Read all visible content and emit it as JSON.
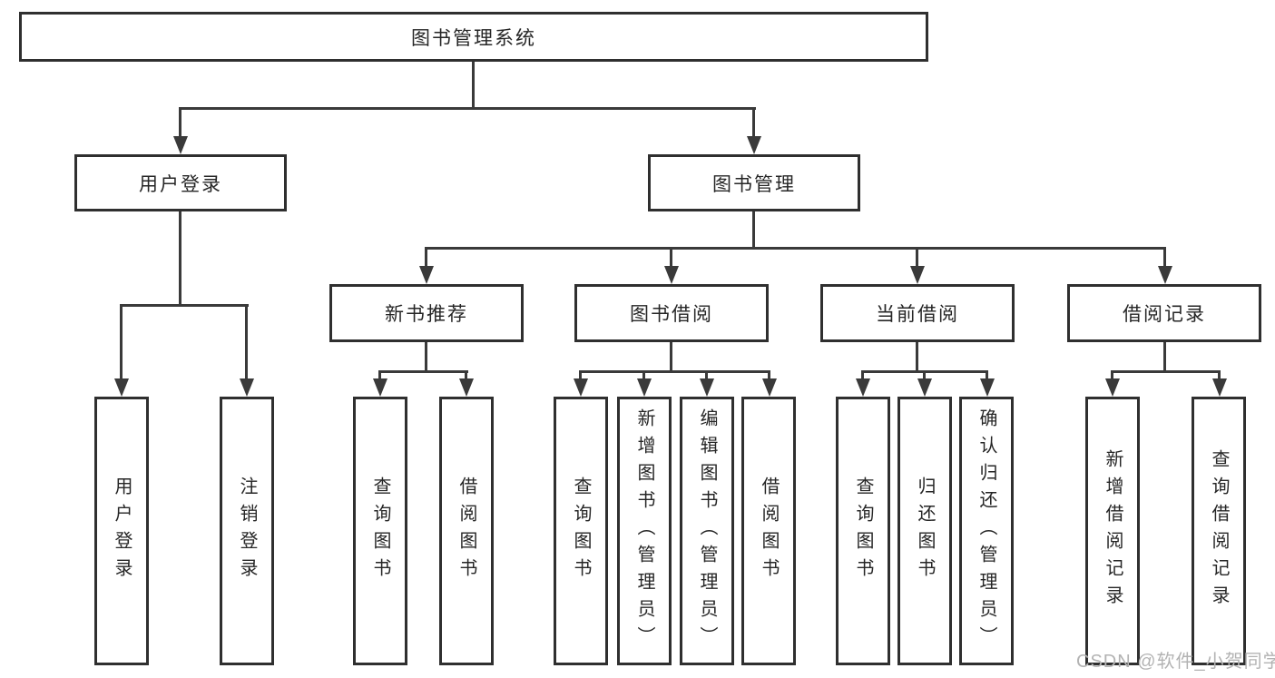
{
  "diagram": {
    "title": "图书管理系统",
    "level1": [
      "用户登录",
      "图书管理"
    ],
    "level2": [
      "新书推荐",
      "图书借阅",
      "当前借阅",
      "借阅记录"
    ],
    "leaves": {
      "user_login": [
        "用户登录",
        "注销登录"
      ],
      "new_books": [
        "查询图书",
        "借阅图书"
      ],
      "book_borrow": [
        "查询图书",
        "新增图书（管理员）",
        "编辑图书（管理员）",
        "借阅图书"
      ],
      "current_borrow": [
        "查询图书",
        "归还图书",
        "确认归还（管理员）"
      ],
      "borrow_records": [
        "新增借阅记录",
        "查询借阅记录"
      ]
    }
  },
  "watermark": "CSDN @软件_小贺同学",
  "colors": {
    "line": "#3a3a3a",
    "box_border": "#2f2f2f",
    "text": "#262626",
    "watermark": "#b3b3b3",
    "background": "#ffffff"
  }
}
